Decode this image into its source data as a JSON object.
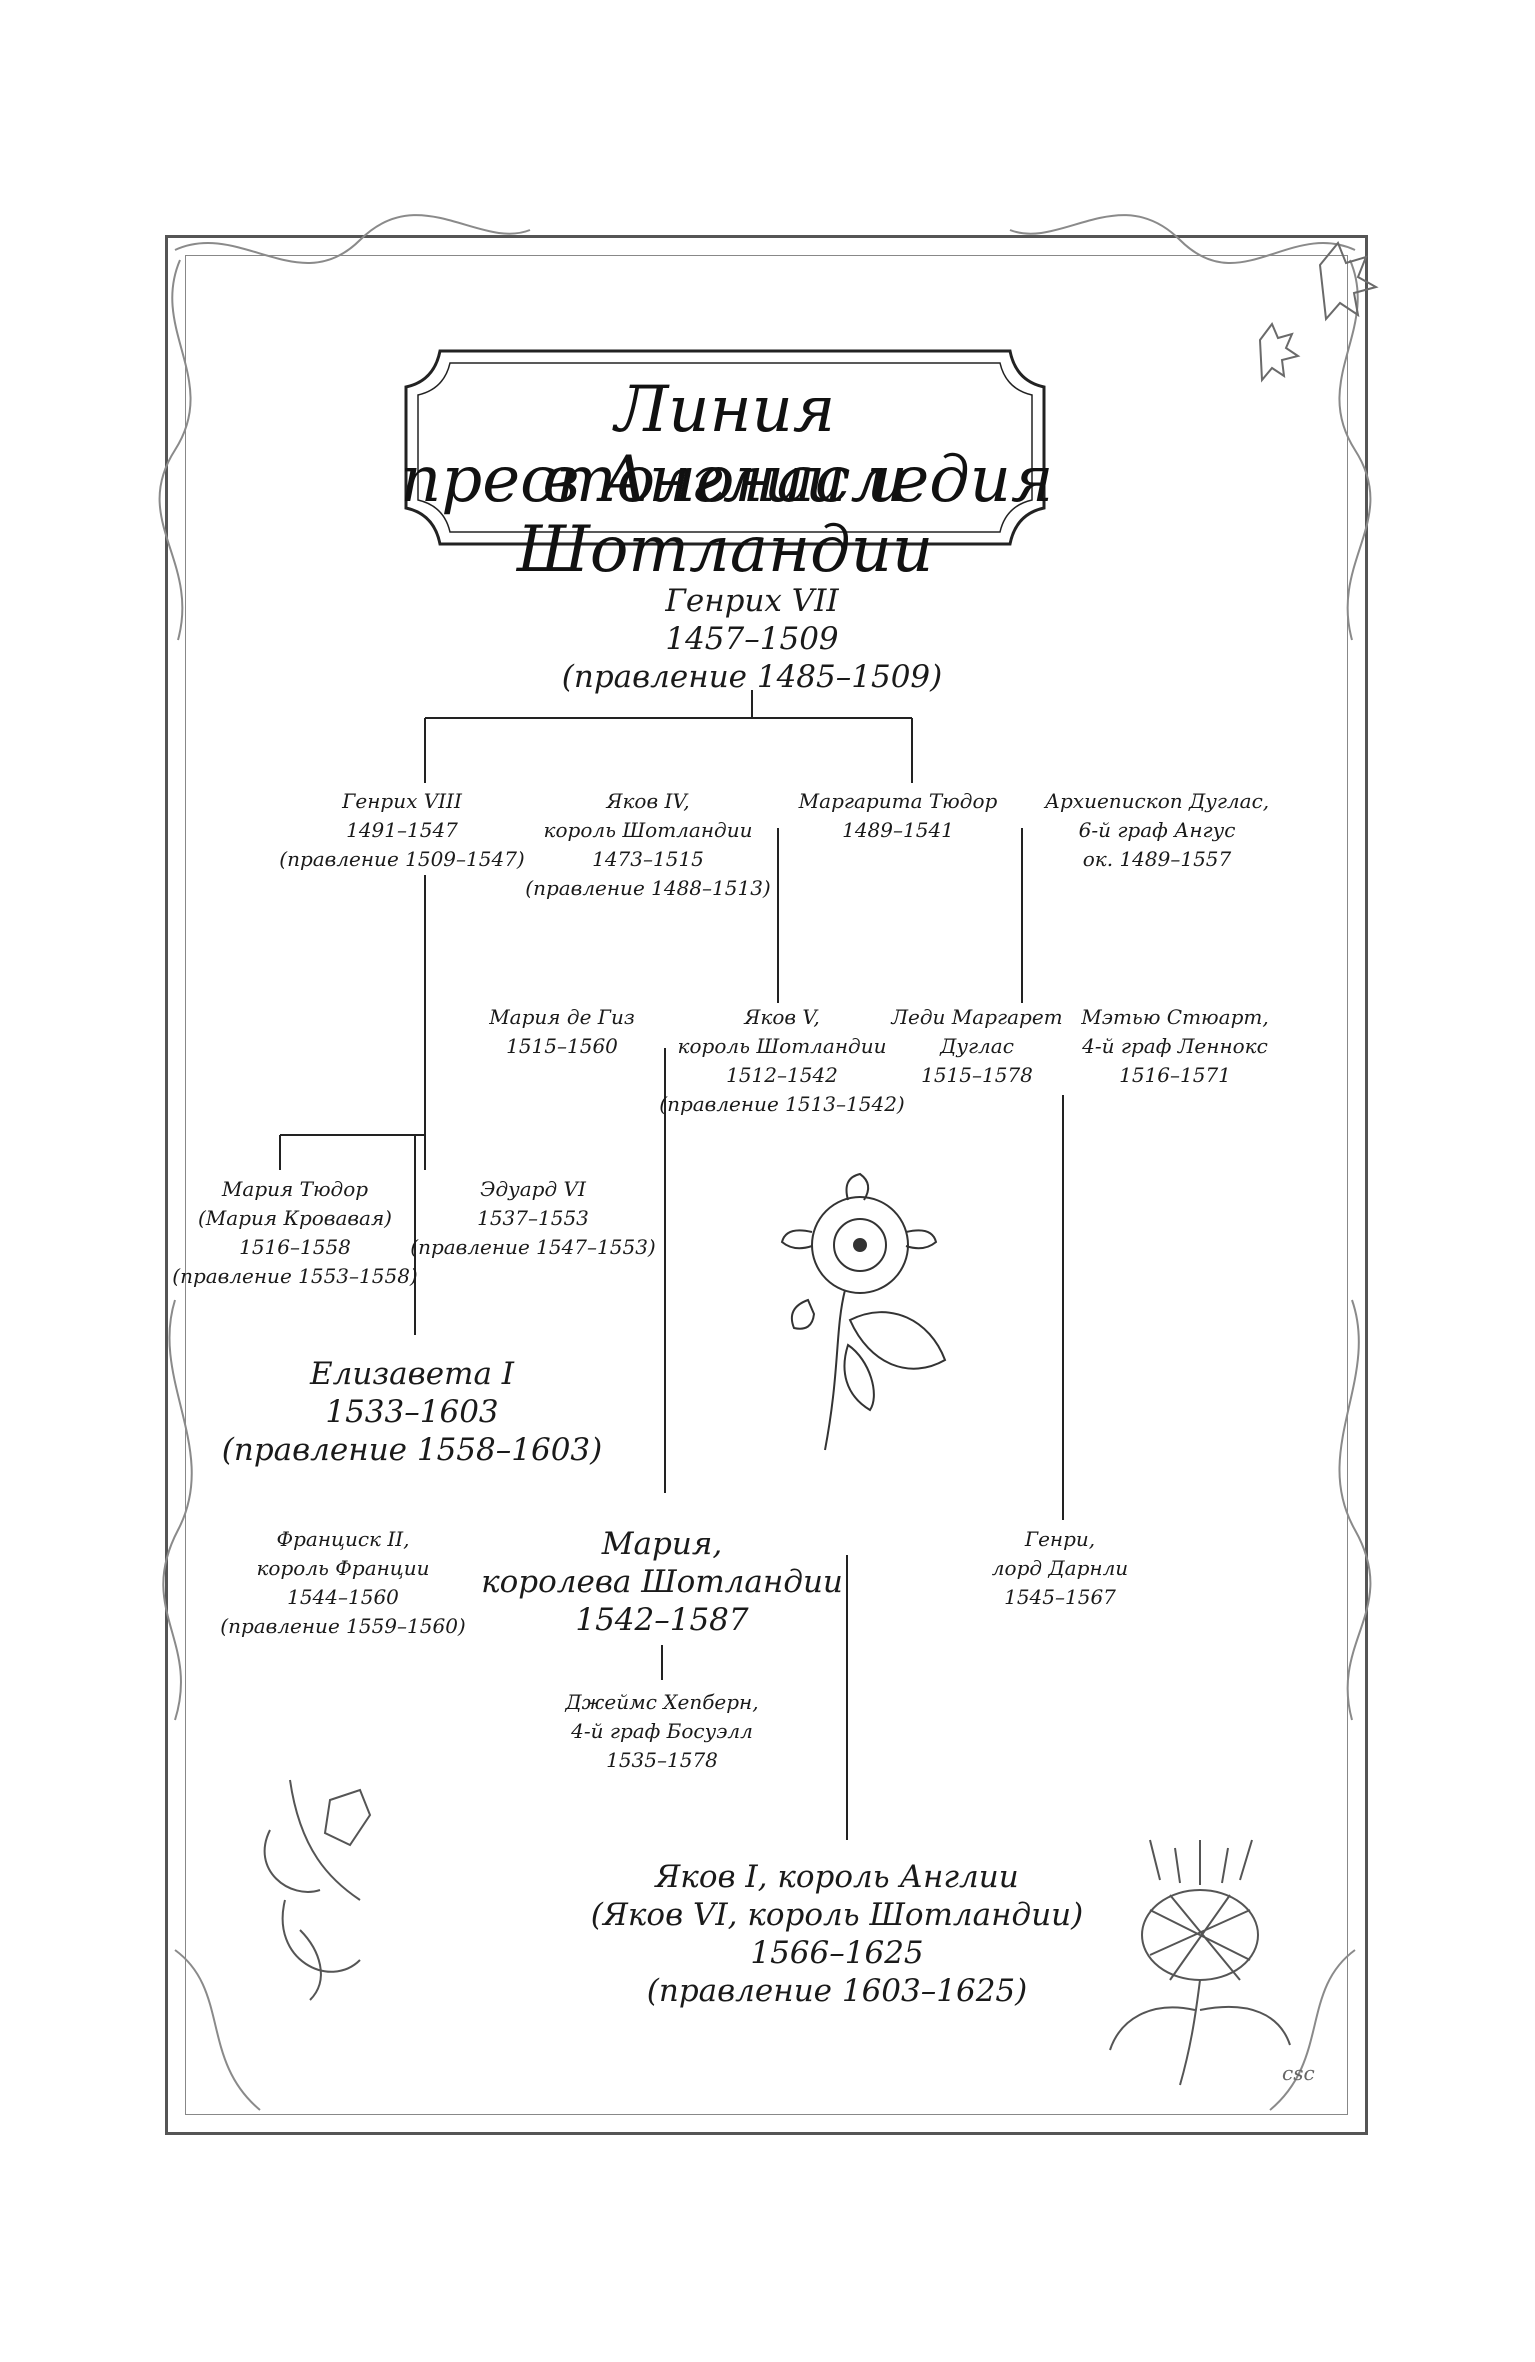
{
  "title": {
    "line1": "Линия престолонаследия",
    "line2": "в Англии и Шотландии"
  },
  "people": [
    {
      "id": "henry7",
      "lines": [
        "Генрих VII",
        "1457–1509",
        "(правление 1485–1509)"
      ]
    },
    {
      "id": "henry8",
      "lines": [
        "Генрих VIII",
        "1491–1547",
        "(правление 1509–1547)"
      ]
    },
    {
      "id": "james4",
      "lines": [
        "Яков IV,",
        "король Шотландии",
        "1473–1515",
        "(правление 1488–1513)"
      ]
    },
    {
      "id": "margaret-tudor",
      "lines": [
        "Маргарита Тюдор",
        "1489–1541"
      ]
    },
    {
      "id": "archibald-douglas",
      "lines": [
        "Архиепископ Дуглас,",
        "6-й граф Ангус",
        "ок. 1489–1557"
      ]
    },
    {
      "id": "mary-of-guise",
      "lines": [
        "Мария де Гиз",
        "1515–1560"
      ]
    },
    {
      "id": "james5",
      "lines": [
        "Яков V,",
        "король Шотландии",
        "1512–1542",
        "(правление 1513–1542)"
      ]
    },
    {
      "id": "lady-margaret-douglas",
      "lines": [
        "Леди Маргарет",
        "Дуглас",
        "1515–1578"
      ]
    },
    {
      "id": "matthew-stuart",
      "lines": [
        "Мэтью Стюарт,",
        "4-й граф Леннокс",
        "1516–1571"
      ]
    },
    {
      "id": "mary-tudor",
      "lines": [
        "Мария Тюдор",
        "(Мария  Кровавая)",
        "1516–1558",
        "(правление 1553–1558)"
      ]
    },
    {
      "id": "edward6",
      "lines": [
        "Эдуард VI",
        "1537–1553",
        "(правление 1547–1553)"
      ]
    },
    {
      "id": "elizabeth1",
      "lines": [
        "Елизавета I",
        "1533–1603",
        "(правление 1558–1603)"
      ]
    },
    {
      "id": "francis2",
      "lines": [
        "Франциск II,",
        "король Франции",
        "1544–1560",
        "(правление 1559–1560)"
      ]
    },
    {
      "id": "mary-queen-of-scots",
      "lines": [
        "Мария,",
        "королева Шотландии",
        "1542–1587"
      ]
    },
    {
      "id": "henry-darnley",
      "lines": [
        "Генри,",
        "лорд Дарнли",
        "1545–1567"
      ]
    },
    {
      "id": "james-hepburn",
      "lines": [
        "Джеймс Хепберн,",
        "4-й граф Босуэлл",
        "1535–1578"
      ]
    },
    {
      "id": "james1",
      "lines": [
        "Яков I, король Англии",
        "(Яков VI, король Шотландии)",
        "1566–1625",
        "(правление 1603–1625)"
      ]
    }
  ],
  "decor_icons": [
    "thorny-vine-border-icon",
    "tudor-rose-icon",
    "lily-flower-icon",
    "thistle-icon"
  ],
  "signature": "csc"
}
